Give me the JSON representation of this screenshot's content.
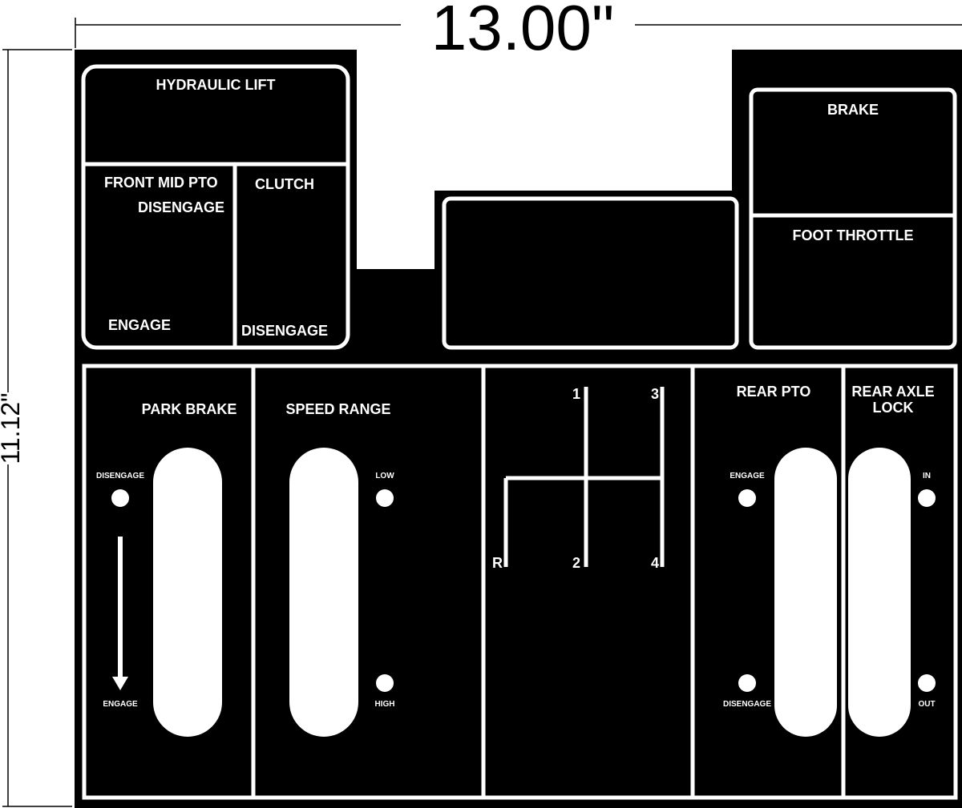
{
  "dimensions": {
    "width": "13.00\"",
    "height": "11.12\""
  },
  "colors": {
    "panel": "#000000",
    "ink": "#ffffff",
    "background": "#ffffff"
  },
  "top_left_box": {
    "title": "HYDRAULIC LIFT",
    "front_mid_pto": {
      "title": "FRONT MID PTO",
      "disengage": "DISENGAGE",
      "engage": "ENGAGE"
    },
    "clutch": {
      "title": "CLUTCH",
      "disengage": "DISENGAGE"
    }
  },
  "top_right_box": {
    "brake": "BRAKE",
    "foot_throttle": "FOOT THROTTLE"
  },
  "lower_panel": {
    "park_brake": {
      "title": "PARK BRAKE",
      "top": "DISENGAGE",
      "bottom": "ENGAGE"
    },
    "speed_range": {
      "title": "SPEED RANGE",
      "top": "LOW",
      "bottom": "HIGH"
    },
    "gear_pattern": {
      "gear_1": "1",
      "gear_2": "2",
      "gear_3": "3",
      "gear_4": "4",
      "reverse": "R"
    },
    "rear_pto": {
      "title": "REAR PTO",
      "top": "ENGAGE",
      "bottom": "DISENGAGE"
    },
    "rear_axle_lock": {
      "title_line1": "REAR AXLE",
      "title_line2": "LOCK",
      "top": "IN",
      "bottom": "OUT"
    }
  }
}
